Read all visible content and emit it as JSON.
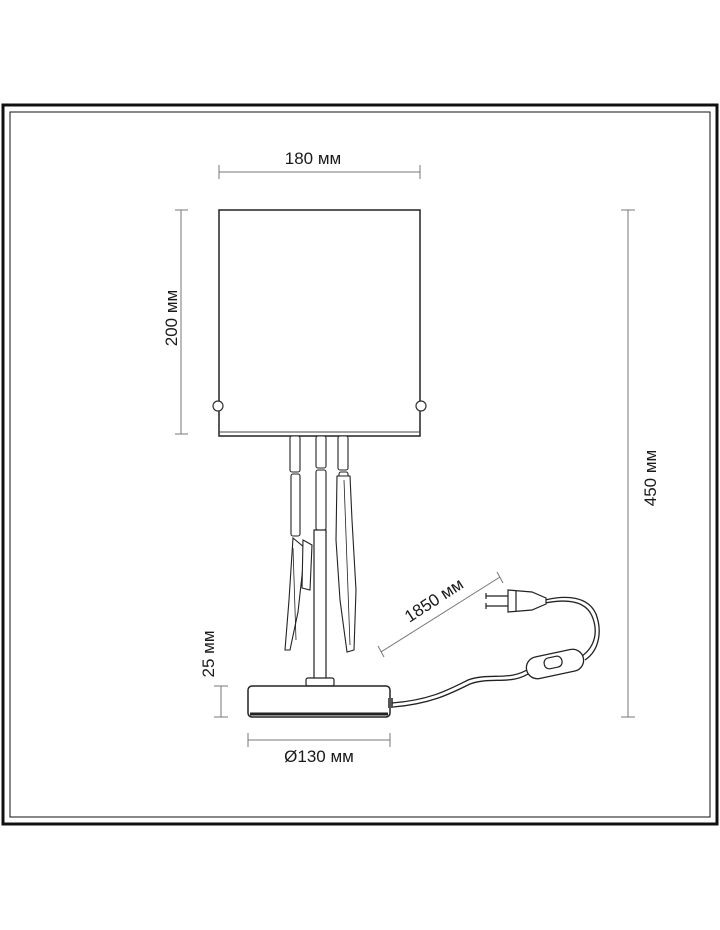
{
  "drawing": {
    "dimensions": {
      "shade_width": "180 мм",
      "shade_height": "200 мм",
      "total_height": "450 мм",
      "cord_length": "1850 мм",
      "base_height": "25 мм",
      "base_diameter": "Ø130 мм"
    }
  }
}
